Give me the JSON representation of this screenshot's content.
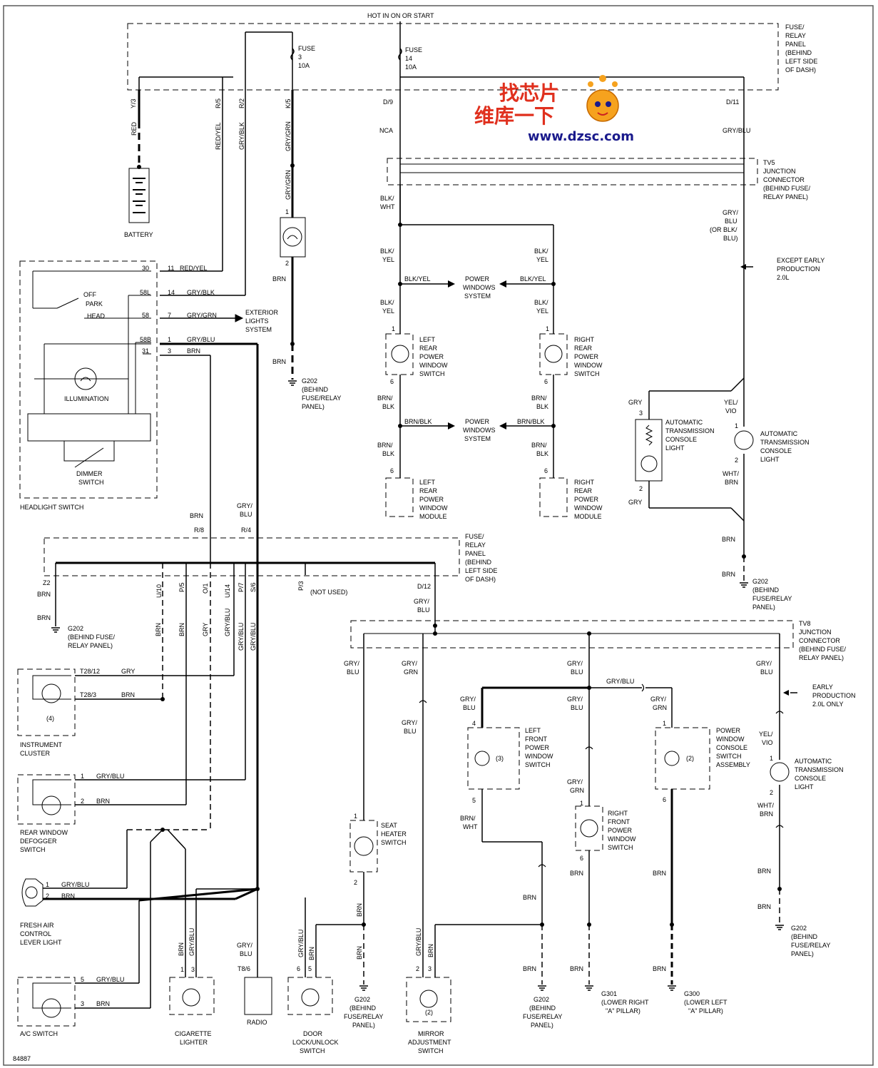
{
  "outer_frame_color": "#5a5a5a",
  "top": {
    "hot_label": "HOT IN ON OR START",
    "fuse3": [
      "FUSE",
      "3",
      "10A"
    ],
    "fuse14": [
      "FUSE",
      "14",
      "10A"
    ],
    "panel_note": [
      "FUSE/",
      "RELAY",
      "PANEL",
      "(BEHIND",
      "LEFT SIDE",
      "OF DASH)"
    ],
    "pins": [
      "Y/3",
      "R/5",
      "R/2",
      "K/5",
      "D/9",
      "D/11"
    ]
  },
  "wires_top": [
    "RED",
    "RED/YEL",
    "GRY/BLK",
    "GRY/GRN",
    "NCA",
    "GRY/BLU"
  ],
  "battery": "BATTERY",
  "tv5": [
    "TV5",
    "JUNCTION",
    "CONNECTOR",
    "(BEHIND FUSE/",
    "RELAY PANEL)"
  ],
  "headlight": {
    "title": "HEADLIGHT SWITCH",
    "positions": [
      "OFF",
      "PARK",
      "HEAD"
    ],
    "illumination": "ILLUMINATION",
    "dimmer": [
      "DIMMER",
      "SWITCH"
    ],
    "pins_left": [
      "30",
      "58L",
      "58",
      "58B",
      "31"
    ],
    "pins_right": [
      "11",
      "14",
      "7",
      "1",
      "3"
    ],
    "wires": [
      "RED/YEL",
      "GRY/BLK",
      "GRY/GRN",
      "GRY/BLU",
      "BRN"
    ],
    "exterior": [
      "EXTERIOR",
      "LIGHTS",
      "SYSTEM"
    ]
  },
  "bulb_k": {
    "pins": [
      "1",
      "2"
    ],
    "wire": "BRN",
    "ground": [
      "G202",
      "(BEHIND",
      "FUSE/RELAY",
      "PANEL)"
    ],
    "wire2": "BRN"
  },
  "pw_top": {
    "left_wire": [
      "BLK/",
      "WHT"
    ],
    "blk_yel": [
      "BLK/",
      "YEL"
    ],
    "blk_yel_mid": "BLK/YEL",
    "power_windows": [
      "POWER",
      "WINDOWS",
      "SYSTEM"
    ],
    "left_rear_switch": [
      "LEFT",
      "REAR",
      "POWER",
      "WINDOW",
      "SWITCH"
    ],
    "right_rear_switch": [
      "RIGHT",
      "REAR",
      "POWER",
      "WINDOW",
      "SWITCH"
    ],
    "brn_blk": [
      "BRN/",
      "BLK"
    ],
    "brn_blk_mid": "BRN/BLK",
    "left_rear_module": [
      "LEFT",
      "REAR",
      "POWER",
      "WINDOW",
      "MODULE"
    ],
    "right_rear_module": [
      "RIGHT",
      "REAR",
      "POWER",
      "WINDOW",
      "MODULE"
    ],
    "pin1": "1",
    "pin6": "6"
  },
  "atcl_top": {
    "wire": [
      "GRY/",
      "BLU",
      "(OR BLK/",
      "BLU)"
    ],
    "except": [
      "EXCEPT EARLY",
      "PRODUCTION",
      "2.0L"
    ],
    "title": [
      "AUTOMATIC",
      "TRANSMISSION",
      "CONSOLE",
      "LIGHT"
    ],
    "wires": [
      "GRY",
      "YEL/",
      "VIO",
      "WHT/",
      "BRN",
      "GRY",
      "BRN",
      "BRN"
    ],
    "pins": [
      "3",
      "1",
      "2",
      "2"
    ],
    "ground": [
      "G202",
      "(BEHIND",
      "FUSE/RELAY",
      "PANEL)"
    ]
  },
  "mid_panel": {
    "note": [
      "FUSE/",
      "RELAY",
      "PANEL",
      "(BEHIND",
      "LEFT SIDE",
      "OF DASH)"
    ],
    "pins": [
      "R/8",
      "R/4",
      "Z2",
      "U/10",
      "P/5",
      "O/1",
      "U/14",
      "P/7",
      "S/6",
      "P/3",
      "D/12"
    ],
    "not_used": "(NOT USED)",
    "wires_top": [
      "BRN",
      "GRY/",
      "BLU"
    ],
    "wires_down": [
      "BRN",
      "BRN",
      "BRN",
      "BRN",
      "GRY",
      "GRY/BLU",
      "GRY/BLU",
      "GRY/",
      "BLU"
    ],
    "ground": [
      "G202",
      "(BEHIND FUSE/",
      "RELAY PANEL)"
    ]
  },
  "left_components": {
    "instrument": {
      "title": [
        "INSTRUMENT",
        "CLUSTER"
      ],
      "pins": [
        "T28/12",
        "T28/3"
      ],
      "wires": [
        "GRY",
        "BRN"
      ],
      "note": "(4)"
    },
    "rear_defog": {
      "title": [
        "REAR WINDOW",
        "DEFOGGER",
        "SWITCH"
      ],
      "pins": [
        "1",
        "2"
      ],
      "wires": [
        "GRY/BLU",
        "BRN"
      ]
    },
    "fresh_air": {
      "title": [
        "FRESH AIR",
        "CONTROL",
        "LEVER LIGHT"
      ],
      "pins": [
        "1",
        "2"
      ],
      "wires": [
        "GRY/BLU",
        "BRN"
      ]
    },
    "ac_switch": {
      "title": [
        "A/C SWITCH"
      ],
      "pins": [
        "5",
        "3"
      ],
      "wires": [
        "GRY/BLU",
        "BRN"
      ]
    }
  },
  "bottom": {
    "cig": {
      "title": [
        "CIGARETTE",
        "LIGHTER"
      ],
      "wires": [
        "BRN",
        "GRY/BLU"
      ],
      "pins": [
        "1",
        "3"
      ]
    },
    "radio": {
      "title": [
        "RADIO"
      ],
      "wire": [
        "GRY/",
        "BLU"
      ],
      "pin": "T8/6"
    },
    "door": {
      "title": [
        "DOOR",
        "LOCK/UNLOCK",
        "SWITCH"
      ],
      "wires": [
        "GRY/BLU",
        "BRN"
      ],
      "pins": [
        "6",
        "5"
      ]
    },
    "seat": {
      "title": [
        "SEAT",
        "HEATER",
        "SWITCH"
      ],
      "wire": [
        "GRY/",
        "BLU"
      ],
      "wires2": [
        "BRN",
        "BRN"
      ],
      "pins": [
        "1",
        "2"
      ]
    },
    "g202a": [
      "G202",
      "(BEHIND",
      "FUSE/RELAY",
      "PANEL)"
    ],
    "mirror": {
      "title": [
        "MIRROR",
        "ADJUSTMENT",
        "SWITCH"
      ],
      "wires": [
        "GRY/BLU",
        "BRN",
        "GRY/",
        "GRN",
        "GRY/",
        "BLU"
      ],
      "pins": [
        "2",
        "3"
      ],
      "note": "(2)"
    },
    "g202b": [
      "G202",
      "(BEHIND",
      "FUSE/RELAY",
      "PANEL)"
    ],
    "lfpw": {
      "title": [
        "LEFT",
        "FRONT",
        "POWER",
        "WINDOW",
        "SWITCH"
      ],
      "wires": [
        "GRY/",
        "BLU",
        "BRN/",
        "WHT",
        "BRN"
      ],
      "pins": [
        "4",
        "5"
      ],
      "note": "(3)"
    },
    "rfpw": {
      "title": [
        "RIGHT",
        "FRONT",
        "POWER",
        "WINDOW",
        "SWITCH"
      ],
      "wires": [
        "GRY/",
        "BLU",
        "GRY/",
        "GRN",
        "BRN",
        "BRN"
      ],
      "pins": [
        "1",
        "6"
      ]
    },
    "g301": [
      "G301",
      "(LOWER RIGHT",
      "\"A\" PILLAR)"
    ],
    "pwcs": {
      "title": [
        "POWER",
        "WINDOW",
        "CONSOLE",
        "SWITCH",
        "ASSEMBLY"
      ],
      "wires": [
        "GRY/",
        "GRN",
        "BRN",
        "BRN"
      ],
      "pins": [
        "1",
        "6"
      ],
      "note": "(2)",
      "mid": "GRY/BLU"
    },
    "g300": [
      "G300",
      "(LOWER LEFT",
      "\"A\" PILLAR)"
    ],
    "tv8": [
      "TV8",
      "JUNCTION",
      "CONNECTOR",
      "(BEHIND FUSE/",
      "RELAY PANEL)"
    ],
    "tv8_wire": [
      "GRY/",
      "BLU"
    ],
    "atcl2": {
      "title": [
        "AUTOMATIC",
        "TRANSMISSION",
        "CONSOLE",
        "LIGHT"
      ],
      "early": [
        "EARLY",
        "PRODUCTION",
        "2.0L ONLY"
      ],
      "wires": [
        "GRY/",
        "BLU",
        "YEL/",
        "VIO",
        "WHT/",
        "BRN",
        "BRN",
        "BRN"
      ],
      "pins": [
        "1",
        "2"
      ]
    },
    "g202c": [
      "G202",
      "(BEHIND",
      "FUSE/RELAY",
      "PANEL)"
    ]
  },
  "figure_id": "84887",
  "watermark": {
    "line1": "找芯片",
    "line2": "维库一下",
    "line3": "www.dzsc.com"
  }
}
